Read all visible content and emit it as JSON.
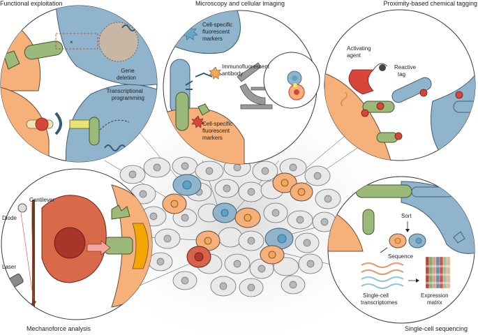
{
  "panels": {
    "functional": {
      "title": "Functional exploitation",
      "gene_deletion": [
        "Gene",
        "deletion"
      ],
      "transcriptional": [
        "Transcriptional",
        "programming"
      ]
    },
    "microscopy": {
      "title": "Microscopy and cellular imaging",
      "markers_top": [
        "Cell-specific",
        "fluorescent",
        "markers"
      ],
      "antibody": [
        "Immunofluorescent",
        "antibody"
      ],
      "markers_bottom": [
        "Cell-specific",
        "fluorescent",
        "markers"
      ]
    },
    "proximity": {
      "title": "Proximity-based chemical tagging",
      "activating": [
        "Activating",
        "agent"
      ],
      "reactive": [
        "Reactive",
        "tag"
      ]
    },
    "mechanoforce": {
      "title": "Mechanoforce analysis",
      "cantilever": "Cantilever",
      "diode": "Diode",
      "laser": "Laser"
    },
    "sequencing": {
      "title": "Single-cell sequencing",
      "sort": "Sort",
      "sequence": "Sequence",
      "transcriptomes": [
        "Single-cell",
        "transcriptomes"
      ],
      "expression": [
        "Expression",
        "matrix"
      ]
    }
  },
  "colors": {
    "blue": "#8fb4cc",
    "orange": "#f6b07a",
    "green": "#9bb978",
    "red": "#d8463a",
    "gray": "#e9e9e9"
  }
}
